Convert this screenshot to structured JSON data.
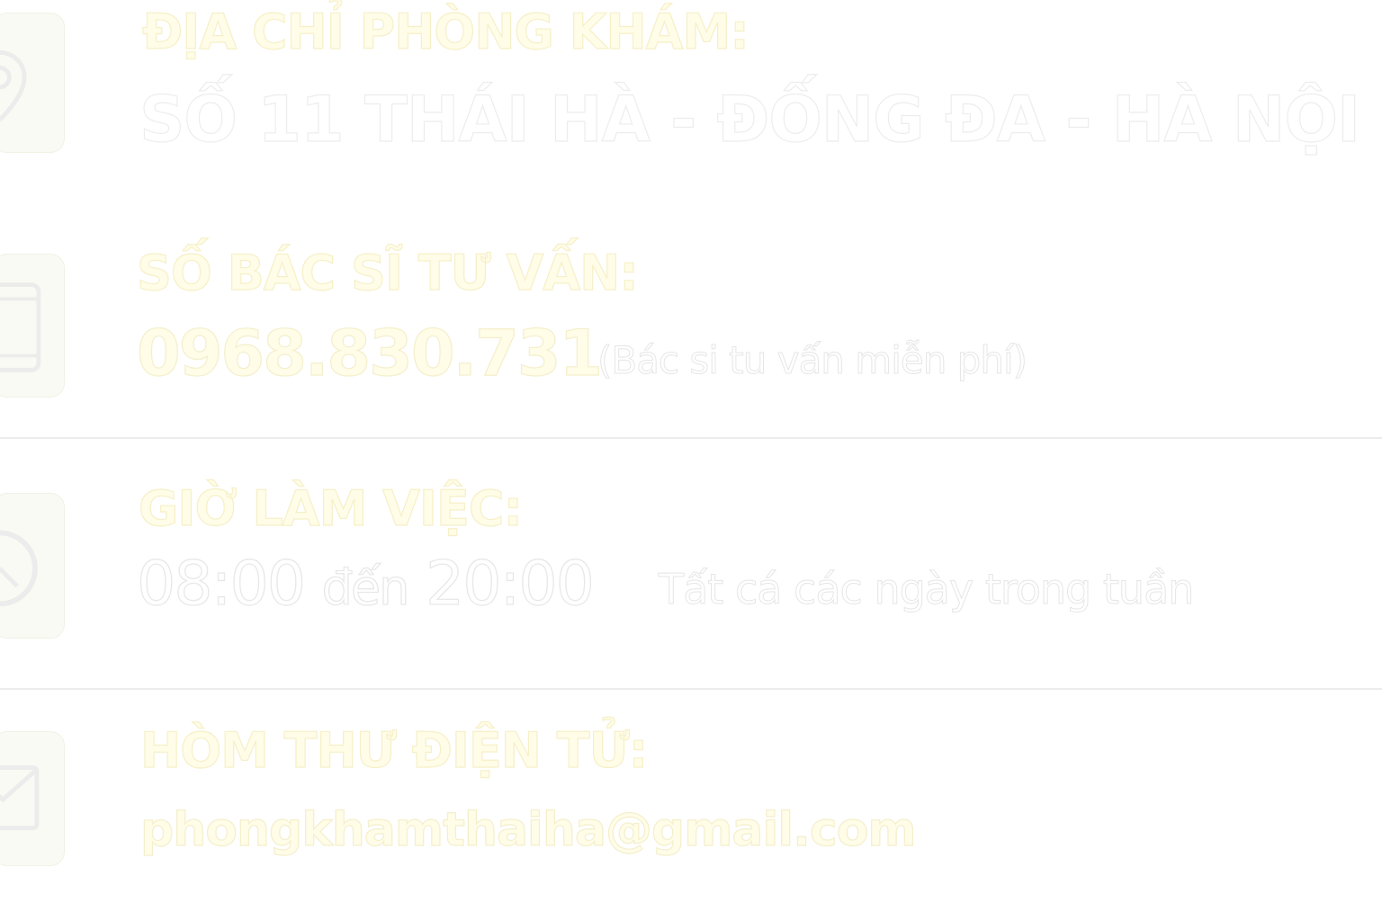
{
  "contact": {
    "address": {
      "icon": "map-pin-icon",
      "heading": "ĐỊA CHỈ PHÒNG KHÁM:",
      "value": "SỐ 11 THÁI HÀ - ĐỐNG ĐA - HÀ NỘI"
    },
    "phone": {
      "icon": "smartphone-icon",
      "heading": "SỐ BÁC SĨ TƯ VẤN:",
      "value": "0968.830.731",
      "note": "(Bác si tu vấn miễn phí)"
    },
    "hours": {
      "icon": "clock-icon",
      "heading": "GIỜ LÀM VIỆC:",
      "open": "08:00",
      "separator": "đến",
      "close": "20:00",
      "note": "Tất cá các ngày trong tuần"
    },
    "email": {
      "icon": "envelope-icon",
      "heading": "HÒM THƯ ĐIỆN TỬ:",
      "value": "phongkhamthaiha@gmail.com"
    }
  },
  "colors": {
    "heading": "#fffce8",
    "heading_outline": "#f6f0c8",
    "value_outline": "#ededed",
    "icon_tile": "#fafaf4",
    "divider": "#ececec"
  }
}
